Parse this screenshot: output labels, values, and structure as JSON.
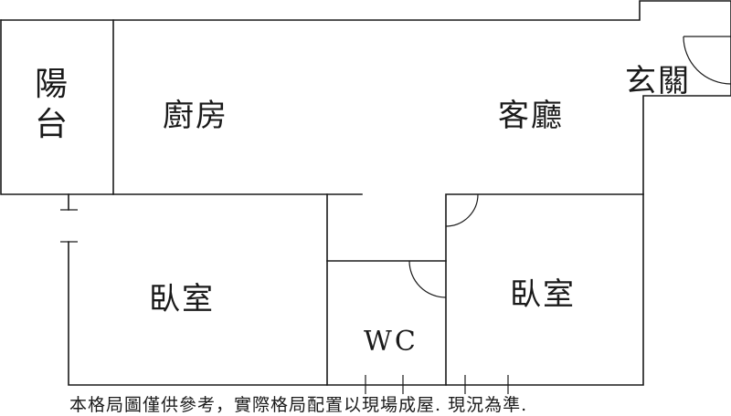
{
  "rooms": {
    "balcony": "陽台",
    "kitchen": "廚房",
    "living_room": "客廳",
    "entrance": "玄關",
    "bedroom_left": "臥室",
    "bathroom": "WC",
    "bedroom_right": "臥室"
  },
  "disclaimer": "本格局圖僅供參考，實際格局配置以現場成屋. 現況為準."
}
